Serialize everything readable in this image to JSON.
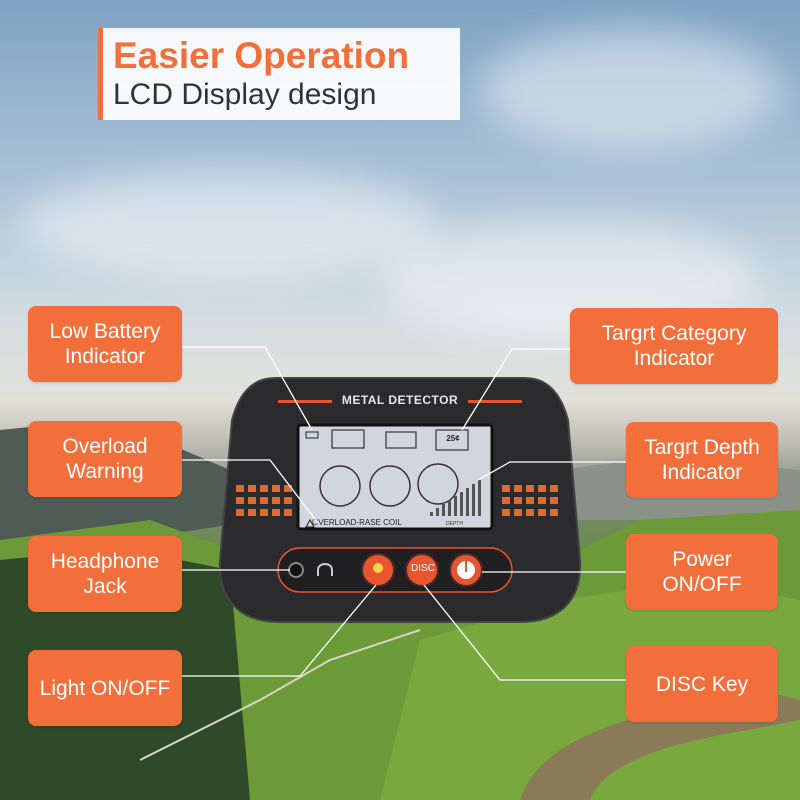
{
  "header": {
    "title": "Easier Operation",
    "subtitle": "LCD Display design"
  },
  "callouts": {
    "low_battery": "Low Battery Indicator",
    "overload": "Overload Warning",
    "headphone": "Headphone Jack",
    "light": "Light ON/OFF",
    "target_category": "Targrt Category Indicator",
    "target_depth": "Targrt Depth Indicator",
    "power": "Power ON/OFF",
    "disc_key": "DISC Key"
  },
  "device": {
    "label": "METAL DETECTOR",
    "lcd_warning": "OVERLOAD-RASE COIL",
    "depth_label": "DEPTH",
    "coin_label": "25¢",
    "disc_button": "DISC"
  },
  "colors": {
    "accent": "#f26f3c",
    "device_body": "#2b2b2d",
    "lcd": "#cfd6dd"
  },
  "icons": [
    "battery-icon",
    "headphone-icon",
    "bulb-icon",
    "power-icon",
    "warning-icon"
  ]
}
